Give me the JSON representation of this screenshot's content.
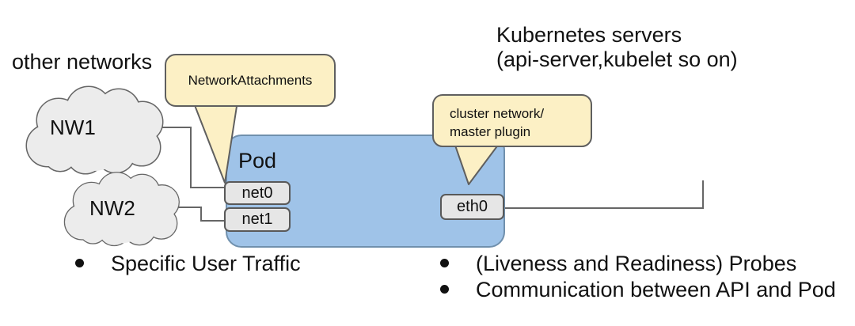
{
  "labels": {
    "other_networks": "other networks",
    "kubernetes_line1": "Kubernetes servers",
    "kubernetes_line2": "(api-server,kubelet so on)"
  },
  "clouds": [
    {
      "label": "NW1"
    },
    {
      "label": "NW2"
    }
  ],
  "pod": {
    "label": "Pod",
    "interfaces": [
      {
        "label": "net0"
      },
      {
        "label": "net1"
      },
      {
        "label": "eth0"
      }
    ]
  },
  "callouts": [
    {
      "text": "NetworkAttachments"
    },
    {
      "line1": "cluster network/",
      "line2": "master plugin"
    }
  ],
  "bullets": {
    "left": [
      "Specific User Traffic"
    ],
    "right": [
      "(Liveness and Readiness) Probes",
      "Communication between API and Pod"
    ]
  },
  "colors": {
    "background": "#ffffff",
    "text": "#111111",
    "pod-fill": "#9fc3e8",
    "pod-stroke": "#7090ad",
    "chip-fill": "#e6e6e6",
    "chip-stroke": "#595959",
    "callout-fill": "#fcf0c5",
    "callout-stroke": "#5f5f5f",
    "cloud-fill": "#ececec",
    "cloud-stroke": "#666666",
    "line": "#666666"
  }
}
